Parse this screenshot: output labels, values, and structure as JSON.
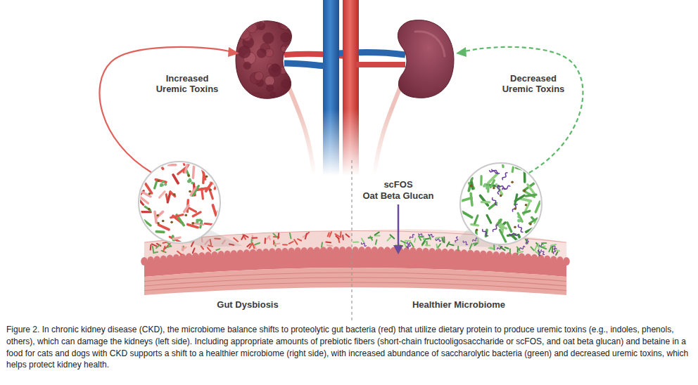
{
  "diagram": {
    "caption": "Figure 2. In chronic kidney disease (CKD), the microbiome balance shifts to proteolytic gut bacteria (red) that utilize dietary protein to produce uremic toxins (e.g., indoles, phenols, others), which can damage the kidneys (left side). Including appropriate amounts of prebiotic fibers (short-chain fructooligosaccharide or scFOS, and oat beta glucan) and betaine in a food for cats and dogs with CKD supports a shift to a healthier microbiome (right side), with increased abundance of saccharolytic bacteria (green) and decreased uremic toxins, which helps protect kidney health.",
    "labels": [
      "Increased Uremic Toxins",
      "Decreased Uremic Toxins",
      "scFOS",
      "Oat Beta Glucan",
      "Gut Dysbiosis",
      "Healthier Microbiome"
    ]
  }
}
